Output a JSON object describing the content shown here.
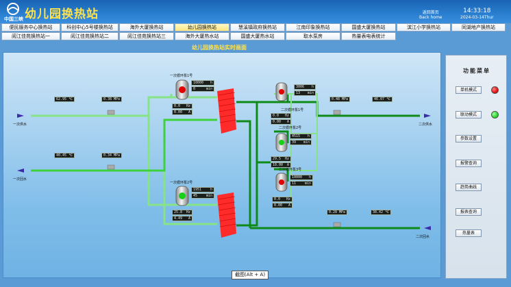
{
  "header": {
    "logo_text": "中国三峡",
    "title": "幼儿园换热站",
    "home_zh": "返回首页",
    "home_en": "Back home",
    "time": "14:33:18",
    "date": "2024-03-14Thur"
  },
  "nav": {
    "row1": [
      "便民服务中心换热站",
      "科创中心5号楼换热站",
      "海外大厦换热站",
      "幼儿园换热站",
      "慧溪镇政府换热站",
      "江南印象换热站",
      "国盛大厦换热站",
      "滨江小学换热站",
      "同湖地产换热站"
    ],
    "row2": [
      "阅江佳苑换热站一",
      "阅江佳苑换热站二",
      "阅江佳苑换热站三",
      "海外大厦热水站",
      "国盛大厦热水站",
      "取水泵房",
      "热量表电表统计"
    ],
    "active": "幼儿园换热站"
  },
  "subtitle": "幼儿园换热站实时画面",
  "menu": {
    "title": "功能菜单",
    "items": [
      {
        "label": "单机模式",
        "lamp": "red"
      },
      {
        "label": "联动模式",
        "lamp": "green"
      },
      {
        "label": "参数设置"
      },
      {
        "label": "报警查询"
      },
      {
        "label": "趋势曲线"
      },
      {
        "label": "报表查询"
      },
      {
        "label": "热量表"
      }
    ]
  },
  "tooltip": "截图(Alt + A)",
  "labels": {
    "primary_supply": "一次供水",
    "primary_return": "一次回水",
    "secondary_supply": "二次供水",
    "secondary_return": "二次回水",
    "pump1": "一次循环泵1号",
    "pump2": "一次循环泵2号",
    "pump_s1": "二次循环泵1号",
    "pump_s2": "二次循环泵2号",
    "pump_s3": "二次循环泵3号"
  },
  "instruments": {
    "p_supply_temp": {
      "value": "62.95",
      "unit": "℃"
    },
    "p_supply_press": {
      "value": "0.38",
      "unit": "MPa"
    },
    "p_return_temp": {
      "value": "40.45",
      "unit": "℃"
    },
    "p_return_press": {
      "value": "0.34",
      "unit": "MPa"
    },
    "s_supply_press": {
      "value": "0.48",
      "unit": "MPa"
    },
    "s_supply_temp": {
      "value": "46.07",
      "unit": "℃"
    },
    "s_return_press": {
      "value": "0.28",
      "unit": "MPa"
    },
    "s_return_temp": {
      "value": "38.42",
      "unit": "℃"
    },
    "pump1_a": {
      "value": "10000",
      "unit": "h"
    },
    "pump1_b": {
      "value": "0",
      "unit": "min"
    },
    "pump1_c": {
      "value": "0.0",
      "unit": "Hz"
    },
    "pump1_d": {
      "value": "0.00",
      "unit": "A"
    },
    "pump2_a": {
      "value": "1951",
      "unit": "h"
    },
    "pump2_b": {
      "value": "45",
      "unit": "min"
    },
    "pump2_c": {
      "value": "25.8",
      "unit": "Hz"
    },
    "pump2_d": {
      "value": "4.49",
      "unit": "A"
    },
    "s1_a": {
      "value": "3006",
      "unit": "h"
    },
    "s1_b": {
      "value": "13",
      "unit": "min"
    },
    "s1_c": {
      "value": "0.0",
      "unit": "Hz"
    },
    "s1_d": {
      "value": "0.00",
      "unit": "A"
    },
    "s2_a": {
      "value": "4515",
      "unit": "h"
    },
    "s2_b": {
      "value": "39",
      "unit": "min"
    },
    "s2_c": {
      "value": "29.5",
      "unit": "Hz"
    },
    "s2_d": {
      "value": "18.00",
      "unit": "A"
    },
    "s3_a": {
      "value": "10000",
      "unit": "h"
    },
    "s3_b": {
      "value": "11",
      "unit": "min"
    },
    "s3_c": {
      "value": "0.0",
      "unit": "Hz"
    },
    "s3_d": {
      "value": "0.00",
      "unit": "A"
    }
  },
  "colors": {
    "primary_pipe": "#7fe07f",
    "secondary_pipe": "#0f8f1a",
    "hx_red": "#ff2020",
    "title_yellow": "#ffe24a"
  }
}
